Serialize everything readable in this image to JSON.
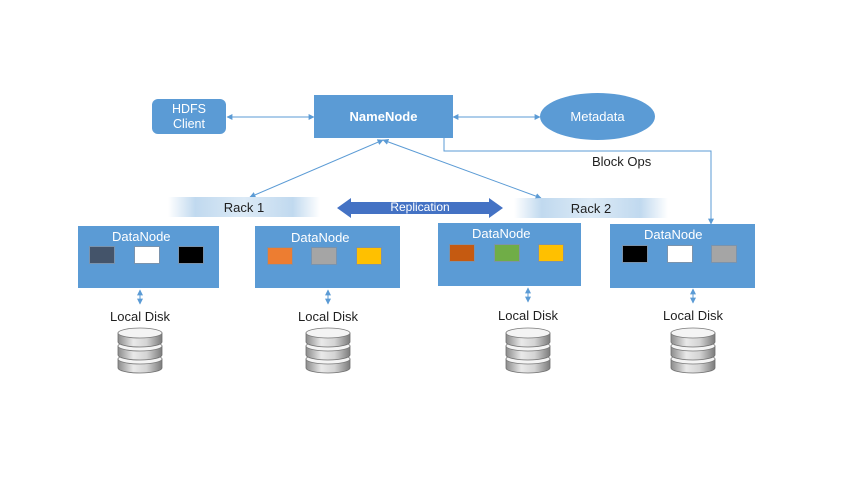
{
  "nodes": {
    "hdfs_client": "HDFS\nClient",
    "namenode": "NameNode",
    "metadata": "Metadata",
    "block_ops": "Block Ops",
    "replication": "Replication",
    "rack1": "Rack 1",
    "rack2": "Rack 2"
  },
  "datanodes": [
    {
      "label": "DataNode",
      "blocks": [
        "#44546a",
        "#ffffff",
        "#000000"
      ],
      "disk_label": "Local Disk"
    },
    {
      "label": "DataNode",
      "blocks": [
        "#ed7d31",
        "#a5a5a5",
        "#ffc000"
      ],
      "disk_label": "Local Disk"
    },
    {
      "label": "DataNode",
      "blocks": [
        "#c55a11",
        "#70ad47",
        "#ffc000"
      ],
      "disk_label": "Local Disk"
    },
    {
      "label": "DataNode",
      "blocks": [
        "#000000",
        "#ffffff",
        "#a5a5a5"
      ],
      "disk_label": "Local Disk"
    }
  ],
  "colors": {
    "box_fill": "#5b9bd5",
    "line": "#5b9bd5",
    "replication_arrow": "#4472c4"
  }
}
